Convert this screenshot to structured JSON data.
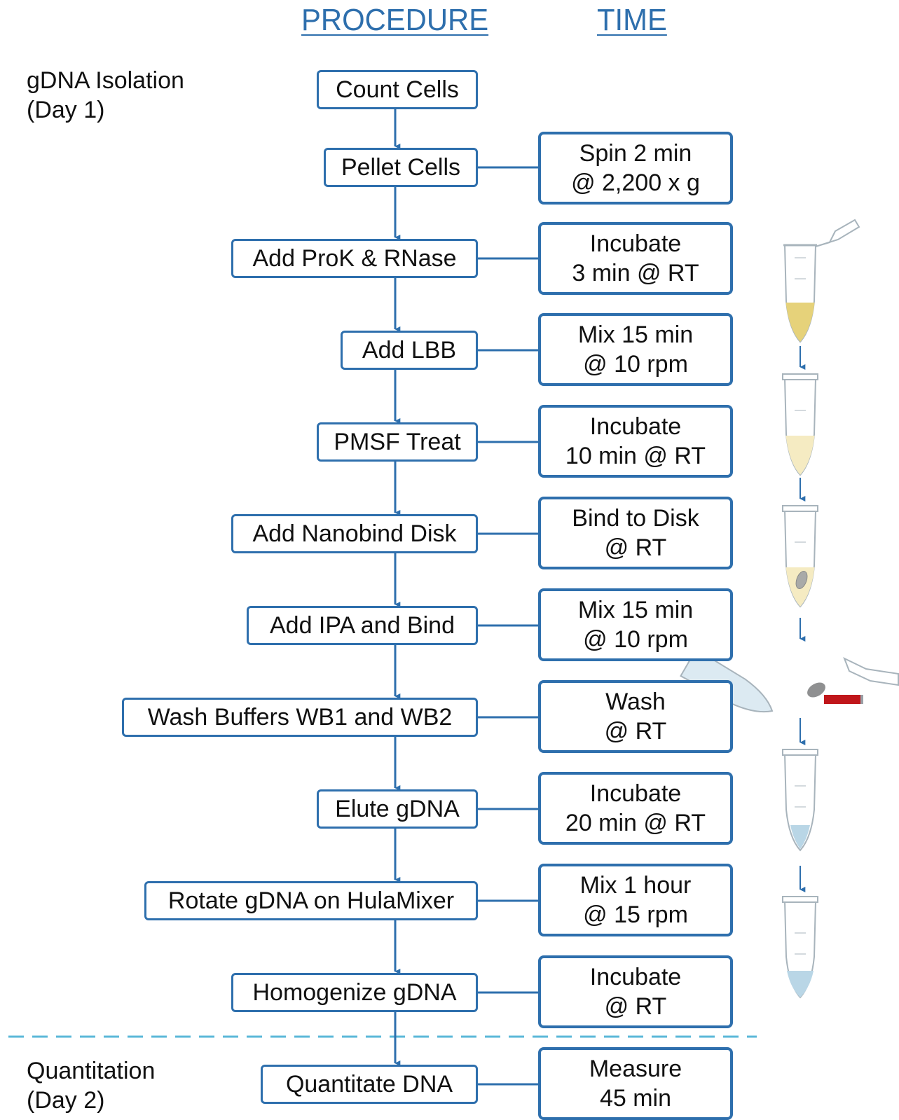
{
  "headers": {
    "procedure": "PROCEDURE",
    "time": "TIME"
  },
  "phases": [
    {
      "line1": "gDNA Isolation",
      "line2": "(Day 1)"
    },
    {
      "line1": "Quantitation",
      "line2": "(Day 2)"
    }
  ],
  "steps": [
    {
      "label": "Count Cells"
    },
    {
      "label": "Pellet Cells",
      "time": [
        "Spin 2 min",
        "@ 2,200 x g"
      ]
    },
    {
      "label": "Add ProK & RNase",
      "time": [
        "Incubate",
        "3 min @ RT"
      ]
    },
    {
      "label": "Add LBB",
      "time": [
        "Mix 15 min",
        "@ 10 rpm"
      ]
    },
    {
      "label": "PMSF Treat",
      "time": [
        "Incubate",
        "10 min @ RT"
      ]
    },
    {
      "label": "Add Nanobind Disk",
      "time": [
        "Bind to Disk",
        "@ RT"
      ]
    },
    {
      "label": "Add IPA and Bind",
      "time": [
        "Mix 15 min",
        "@ 10 rpm"
      ]
    },
    {
      "label": "Wash Buffers WB1 and WB2",
      "time": [
        "Wash",
        "@ RT"
      ]
    },
    {
      "label": "Elute gDNA",
      "time": [
        "Incubate",
        "20 min @ RT"
      ]
    },
    {
      "label": "Rotate gDNA on HulaMixer",
      "time": [
        "Mix 1 hour",
        "@ 15 rpm"
      ]
    },
    {
      "label": "Homogenize gDNA",
      "time": [
        "Incubate",
        "@ RT"
      ]
    },
    {
      "label": "Quantitate DNA",
      "time": [
        "Measure",
        "45 min"
      ]
    }
  ],
  "colors": {
    "accent": "#2e6fad",
    "divider": "#5bb8d8",
    "yellow_liquid": "#e6d27a",
    "pale_yellow_liquid": "#f5ebc2",
    "blue_liquid": "#b9d6e6",
    "magnet": "#c0161a"
  },
  "illustrations": [
    "tube-open-yellow-icon",
    "tube-pale-yellow-icon",
    "tube-disk-icon",
    "tube-tilted-magnet-icon",
    "tube-blue-small-icon",
    "tube-blue-large-icon"
  ]
}
